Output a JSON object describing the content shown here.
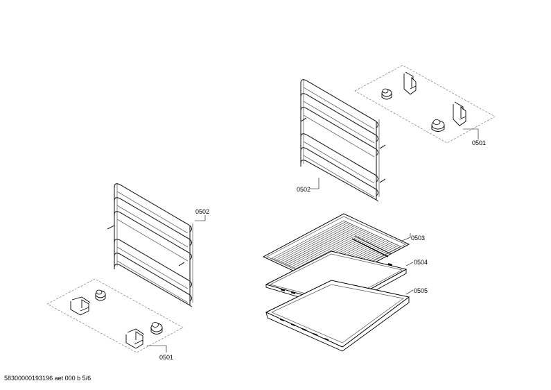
{
  "callouts": {
    "top_right_clips": "0501",
    "top_rack": "0502",
    "left_rack": "0502",
    "grid_shelf": "0503",
    "tray": "0504",
    "deep_tray": "0505",
    "bottom_left_clips": "0501"
  },
  "footer": {
    "document_id": "58300000193196 aet 000 b 5/6"
  }
}
